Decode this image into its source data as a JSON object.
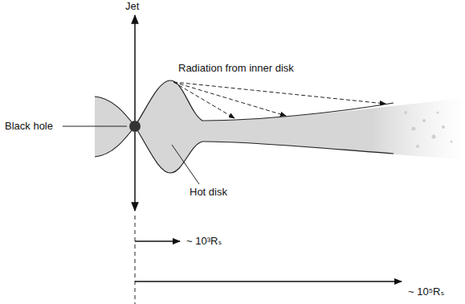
{
  "diagram": {
    "labels": [
      "Jet",
      "Radiation from inner disk",
      "Black hole",
      "Hot disk",
      "~ 10³Rₛ",
      "~ 10⁵Rₛ"
    ]
  }
}
